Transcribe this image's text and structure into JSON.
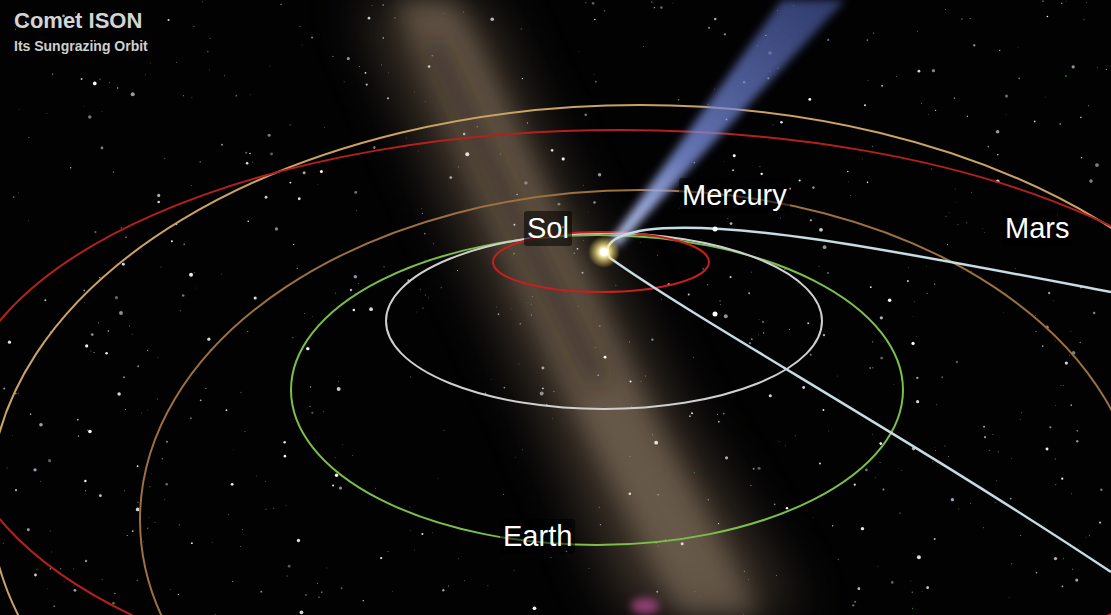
{
  "diagram": {
    "title": "Comet ISON",
    "labels": [
      "Its Sungrazing Orbit",
      "Sol",
      "Mercury",
      "Mars",
      "Earth"
    ]
  }
}
